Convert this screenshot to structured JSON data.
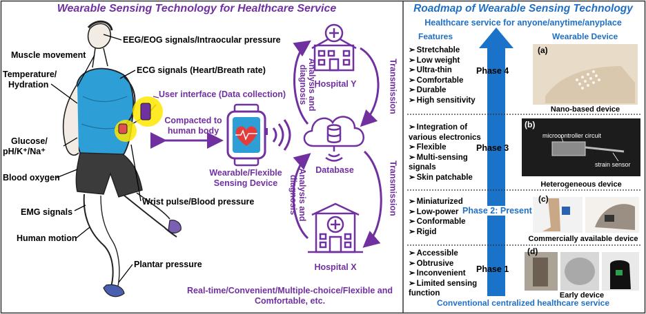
{
  "left": {
    "title": "Wearable Sensing Technology for Healthcare Service",
    "body_labels": {
      "eeg": "EEG/EOG signals/Intraocular pressure",
      "muscle": "Muscle movement",
      "ecg": "ECG signals (Heart/Breath rate)",
      "temperature": "Temperature/",
      "hydration": "Hydration",
      "user_interface": "User interface (Data collection)",
      "glucose": "Glucose/",
      "ions": "pH/K⁺/Na⁺",
      "blood_oxygen": "Blood oxygen",
      "wrist": "Wrist pulse/Blood pressure",
      "emg": "EMG signals",
      "motion": "Human motion",
      "plantar": "Plantar pressure"
    },
    "compacted": "Compacted to human body",
    "device_label": "Wearable/Flexible Sensing Device",
    "database": "Database",
    "hospital_y": "Hospital Y",
    "hospital_x": "Hospital X",
    "analysis_top": "Analysis and diagnosis",
    "analysis_bottom": "Analysis and diagnosis",
    "transmission_top": "Transmission",
    "transmission_bottom": "Transmission",
    "bottom_text": "Real-time/Convenient/Multiple-choice/Flexible and Comfortable, etc."
  },
  "right": {
    "title": "Roadmap of Wearable Sensing Technology",
    "subtitle": "Healthcare service for anyone/anytime/anyplace",
    "features_header": "Features",
    "device_header": "Wearable Device",
    "footer": "Conventional centralized healthcare service",
    "phases": [
      {
        "name": "Phase 4",
        "letter": "(a)",
        "caption": "Nano-based device",
        "features": [
          "Stretchable",
          "Low weight",
          "Ultra-thin",
          "Comfortable",
          "Durable",
          "High sensitivity"
        ]
      },
      {
        "name": "Phase 3",
        "letter": "(b)",
        "caption": "Heterogeneous device",
        "features": [
          "Integration of various electronics",
          "Flexible",
          "Multi-sensing signals",
          "Skin patchable"
        ],
        "photo_labels": [
          "microcontroller circuit",
          "strain sensor"
        ]
      },
      {
        "name": "Phase 2: Present",
        "letter": "(c)",
        "caption": "Commercially available device",
        "features": [
          "Miniaturized",
          "Low-power",
          "Conformable",
          "Rigid"
        ]
      },
      {
        "name": "Phase 1",
        "letter": "(d)",
        "caption": "Early device",
        "features": [
          "Accessible",
          "Obtrusive",
          "Inconvenient",
          "Limited sensing function"
        ]
      }
    ]
  },
  "colors": {
    "purple": "#7030a0",
    "blue": "#1f6fc5",
    "arrow_blue": "#1a73c9",
    "shirt": "#2e9fd6"
  }
}
